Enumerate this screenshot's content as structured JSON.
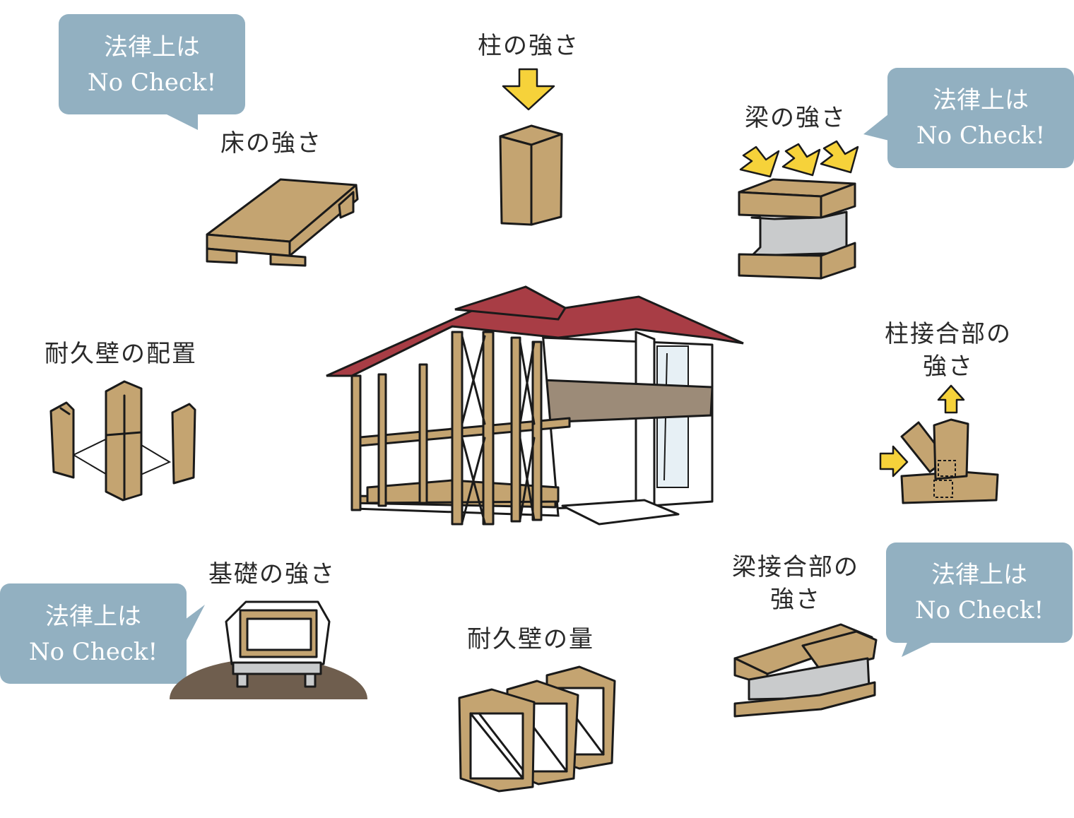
{
  "labels": {
    "pillar_strength": "柱の強さ",
    "floor_strength": "床の強さ",
    "beam_strength": "梁の強さ",
    "wall_layout": "耐久壁の配置",
    "pillar_joint_line1": "柱接合部の",
    "pillar_joint_line2": "強さ",
    "foundation_strength": "基礎の強さ",
    "wall_amount": "耐久壁の量",
    "beam_joint_line1": "梁接合部の",
    "beam_joint_line2": "強さ"
  },
  "bubbles": [
    {
      "line1": "法律上は",
      "line2": "No Check!"
    },
    {
      "line1": "法律上は",
      "line2": "No Check!"
    },
    {
      "line1": "法律上は",
      "line2": "No Check!"
    },
    {
      "line1": "法律上は",
      "line2": "No Check!"
    }
  ],
  "colors": {
    "bubble": "#92b0c1",
    "wood": "#c4a471",
    "roof": "#a83d45",
    "arrow": "#f6d23a",
    "steel": "#c9cbcc",
    "ground": "#6f5e4e",
    "balcony": "#9c8b78",
    "outline": "#1a1a1a"
  }
}
